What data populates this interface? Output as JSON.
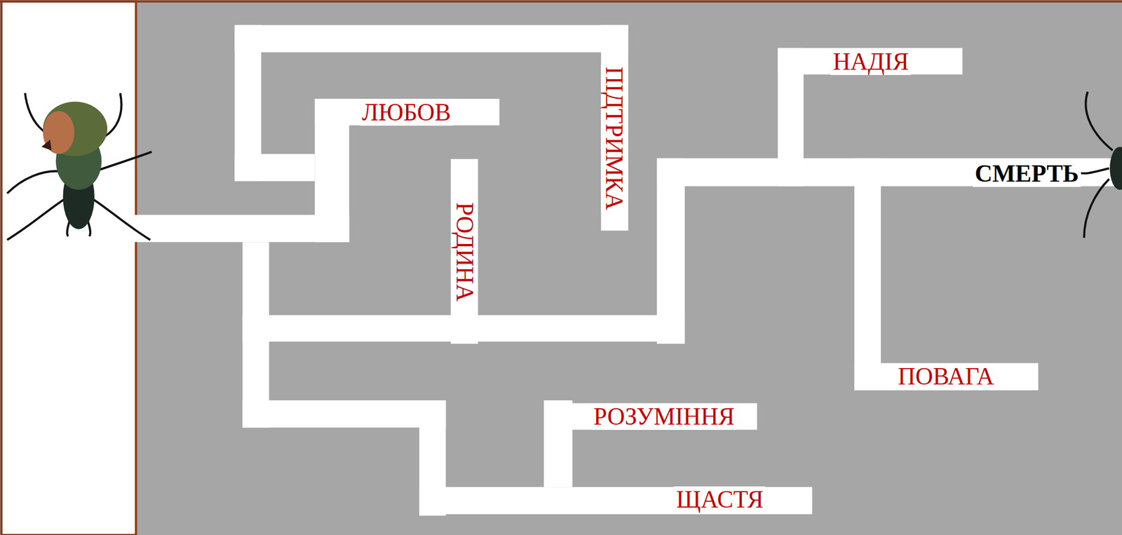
{
  "diagram": {
    "labels": [
      "ЛЮБОВ",
      "ПІДТРИМКА",
      "НАДІЯ",
      "РОДИНА",
      "СМЕРТЬ",
      "ПОВАГА",
      "РОЗУМІННЯ",
      "ЩАСТЯ"
    ]
  }
}
